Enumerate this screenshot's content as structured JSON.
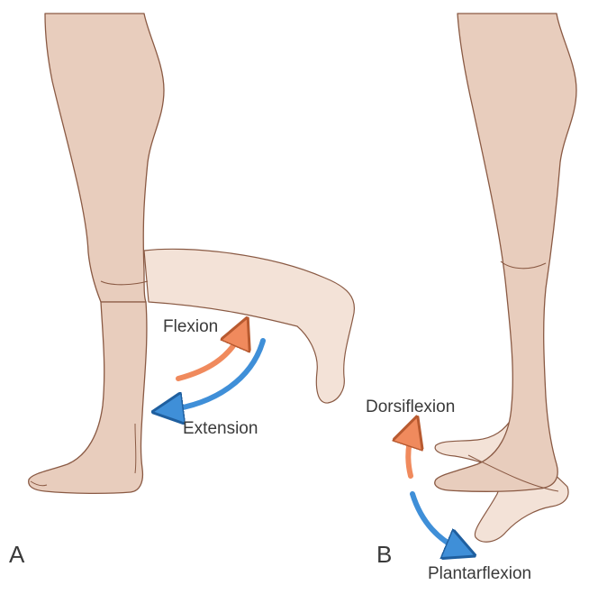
{
  "panels": {
    "a": {
      "letter": "A",
      "flexion_label": "Flexion",
      "extension_label": "Extension"
    },
    "b": {
      "letter": "B",
      "dorsiflexion_label": "Dorsiflexion",
      "plantarflexion_label": "Plantarflexion"
    }
  },
  "colors": {
    "skin": "#e8cdbd",
    "skin_ghost": "#f3e2d7",
    "outline": "#8a5a44",
    "flexion_arrow": "#f08a5d",
    "extension_arrow": "#3f8fd8",
    "text": "#3a3a3a"
  }
}
